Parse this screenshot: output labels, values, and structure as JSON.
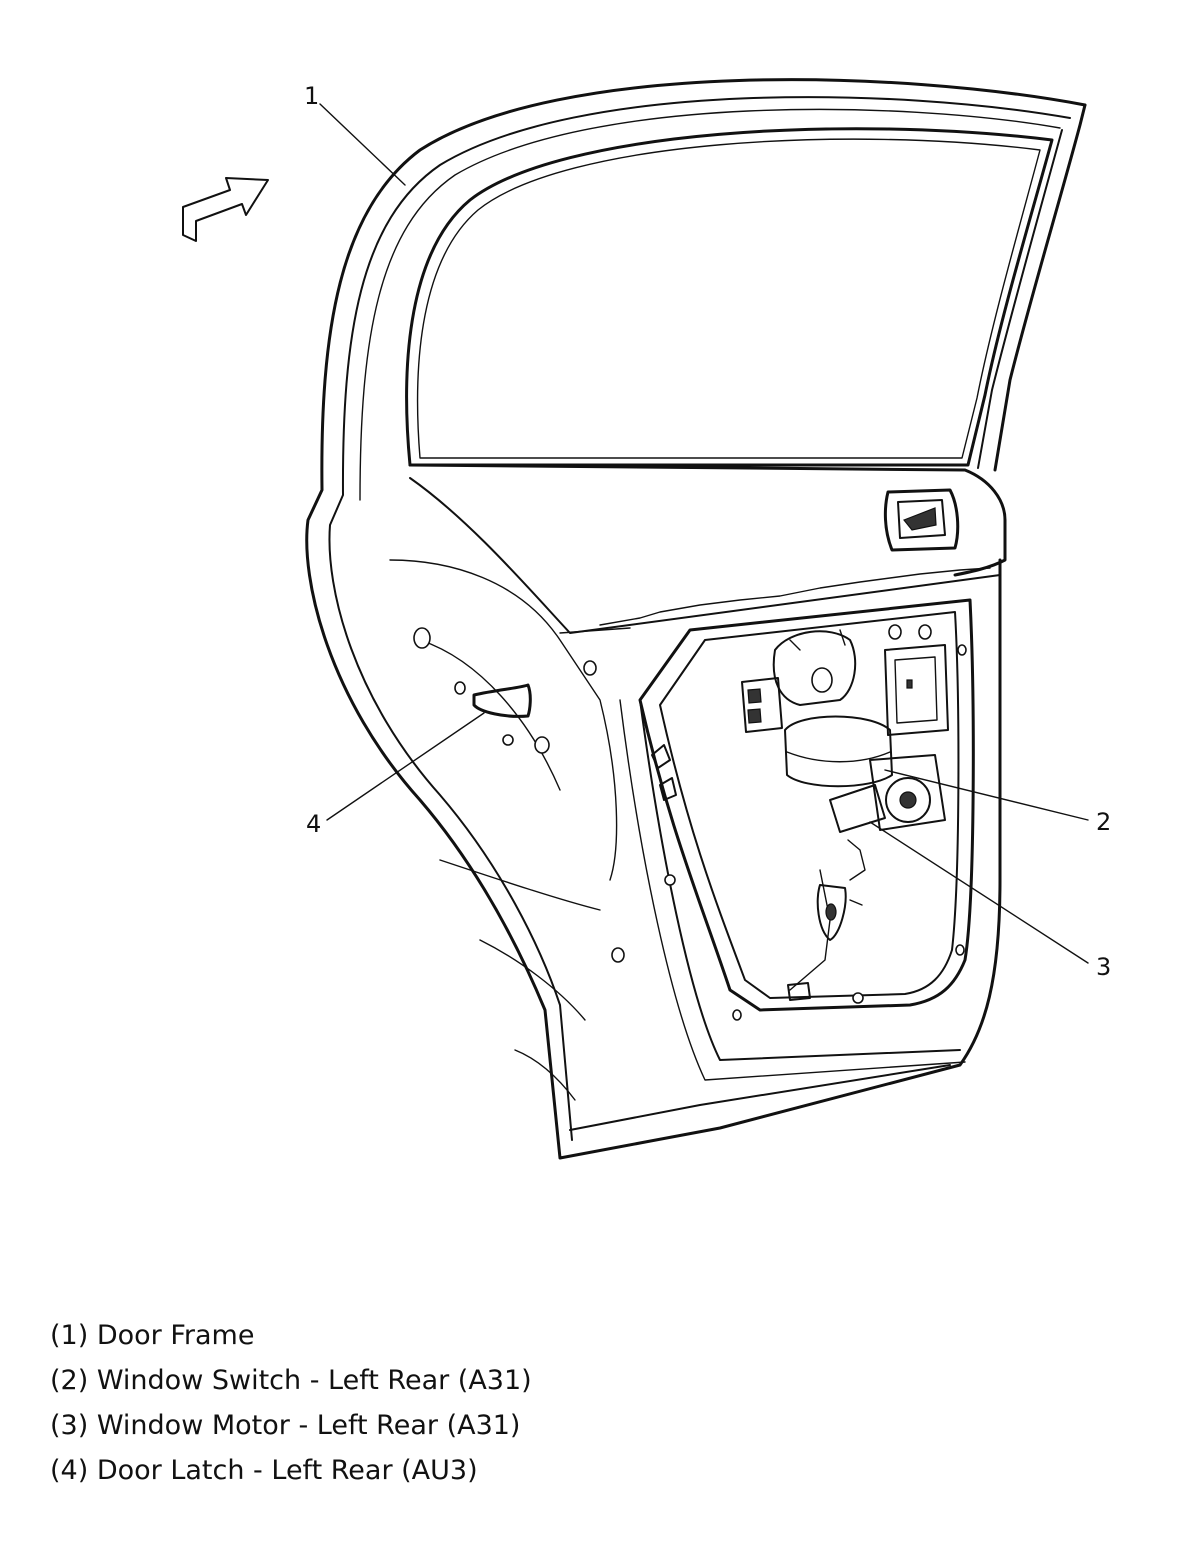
{
  "diagram": {
    "callouts": [
      {
        "id": "1",
        "label": "1"
      },
      {
        "id": "2",
        "label": "2"
      },
      {
        "id": "3",
        "label": "3"
      },
      {
        "id": "4",
        "label": "4"
      }
    ],
    "front_arrow_icon": "front-direction-arrow-icon"
  },
  "legend": {
    "items": [
      "(1) Door Frame",
      "(2) Window Switch - Left Rear (A31)",
      "(3) Window Motor - Left Rear (A31)",
      "(4) Door Latch - Left Rear (AU3)"
    ]
  }
}
